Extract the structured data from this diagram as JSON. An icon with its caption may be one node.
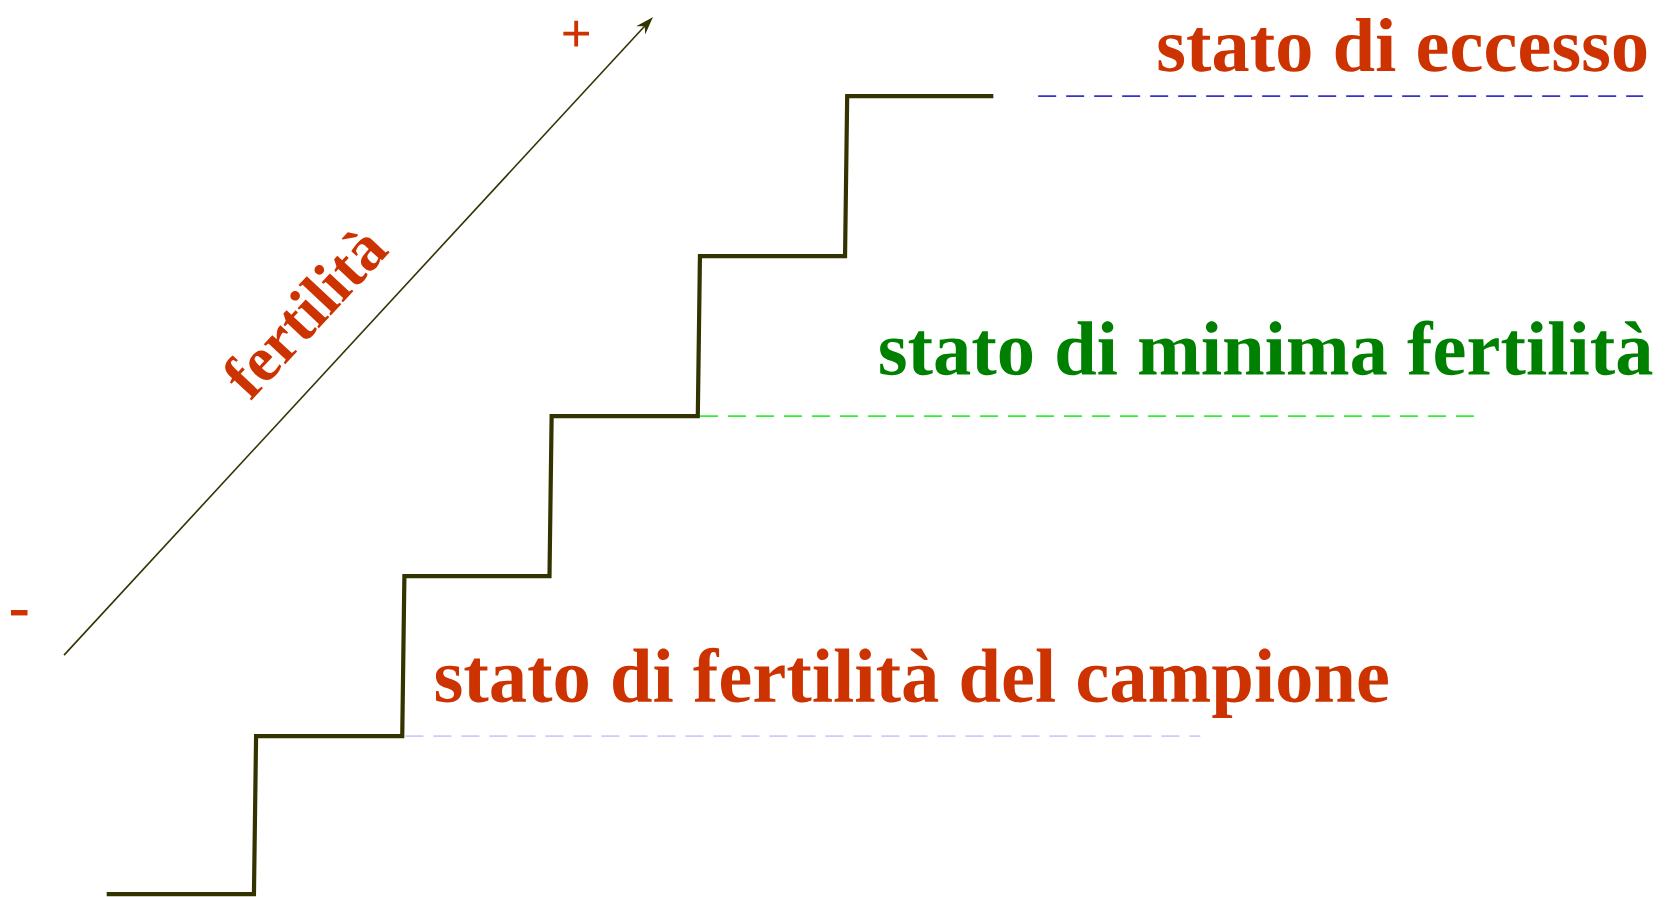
{
  "diagram": {
    "labels": [
      "+",
      "stato di eccesso",
      "fertilità",
      "stato di minima fertilità",
      "-",
      "stato di fertilità del campione"
    ]
  }
}
